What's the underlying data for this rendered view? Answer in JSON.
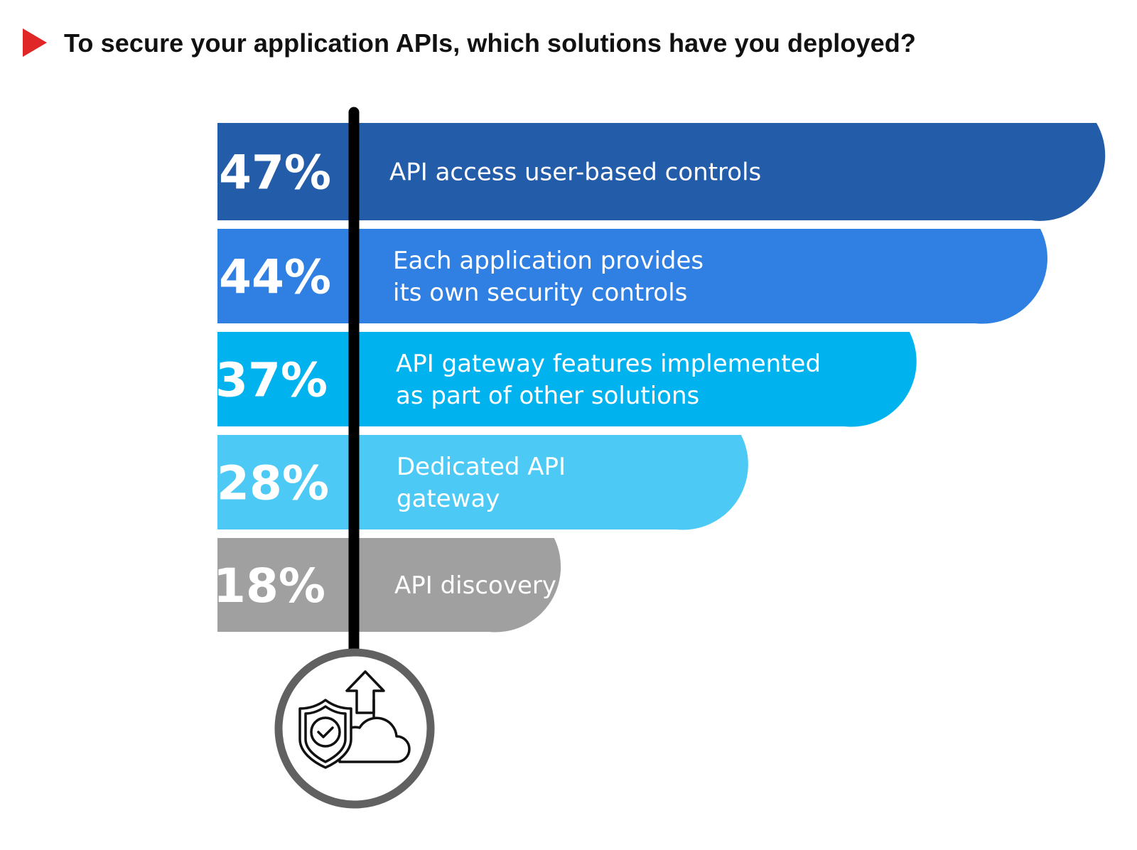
{
  "header": {
    "title": "To secure your application APIs, which solutions have you deployed?",
    "marker_icon": "play-triangle-icon",
    "marker_color": "#e02626"
  },
  "chart_data": {
    "type": "bar",
    "orientation": "horizontal",
    "categories": [
      [
        "API access user-based controls"
      ],
      [
        "Each application provides",
        "its own security controls"
      ],
      [
        "API gateway features implemented",
        "as part of other solutions"
      ],
      [
        "Dedicated API",
        "gateway"
      ],
      [
        "API discovery"
      ]
    ],
    "values": [
      47,
      44,
      37,
      28,
      18
    ],
    "value_labels": [
      "47%",
      "44%",
      "37%",
      "28%",
      "18%"
    ],
    "colors": [
      "#235ca8",
      "#2f80e2",
      "#00b2ee",
      "#4ccaf5",
      "#a0a0a0"
    ],
    "xlim": [
      0,
      47
    ],
    "grid": false,
    "legend": "none"
  },
  "icons": {
    "axis_badge": "shield-cloud-upload-icon"
  }
}
